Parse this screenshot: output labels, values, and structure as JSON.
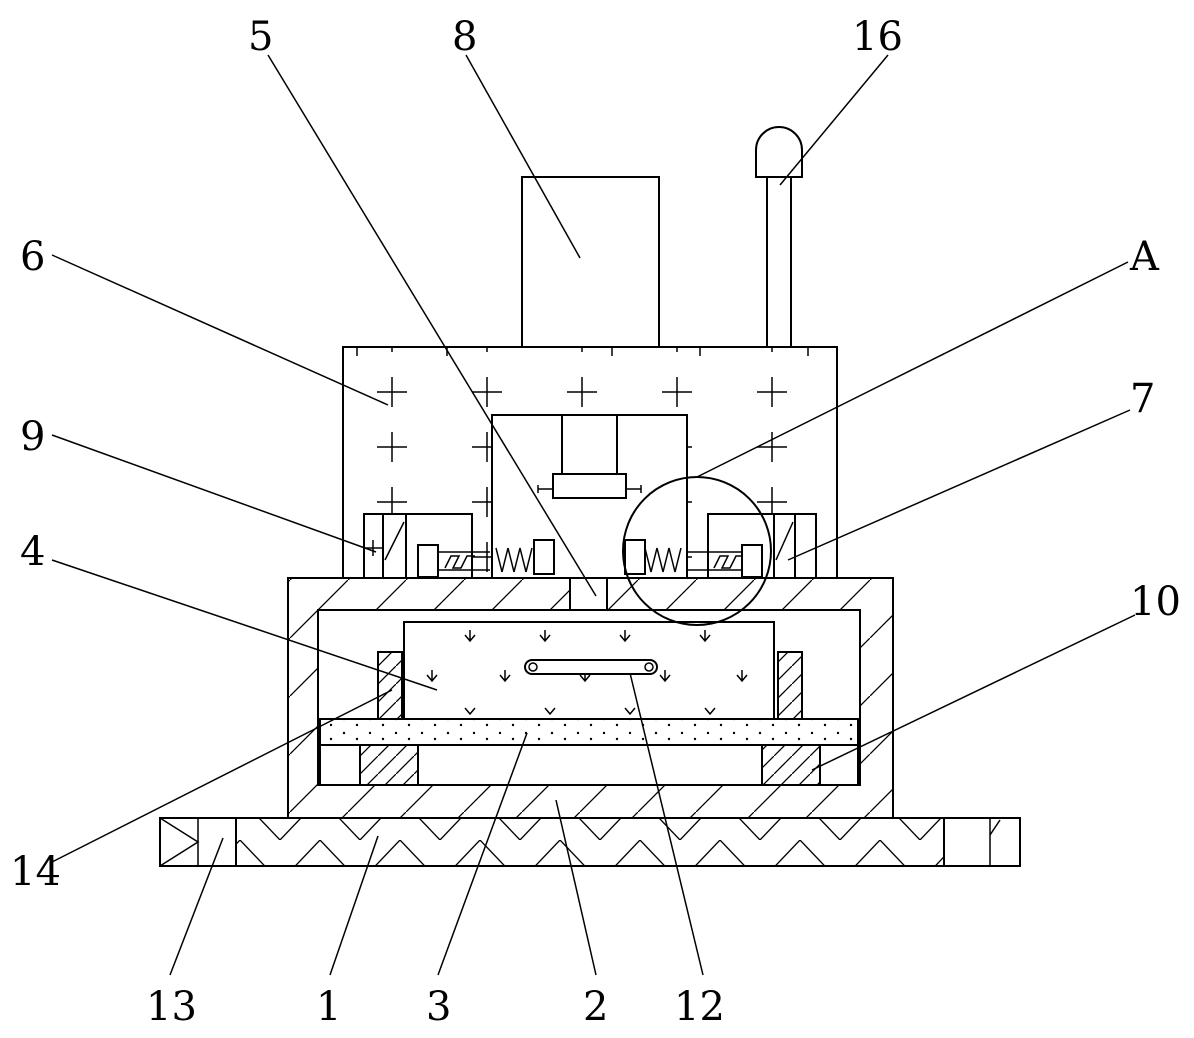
{
  "labels": {
    "l5": "5",
    "l8": "8",
    "l16": "16",
    "l6": "6",
    "lA": "A",
    "l9": "9",
    "l7": "7",
    "l4": "4",
    "l10": "10",
    "l14": "14",
    "l13": "13",
    "l1": "1",
    "l3": "3",
    "l2": "2",
    "l12": "12"
  },
  "colors": {
    "ink": "#000000",
    "paper": "#ffffff"
  }
}
